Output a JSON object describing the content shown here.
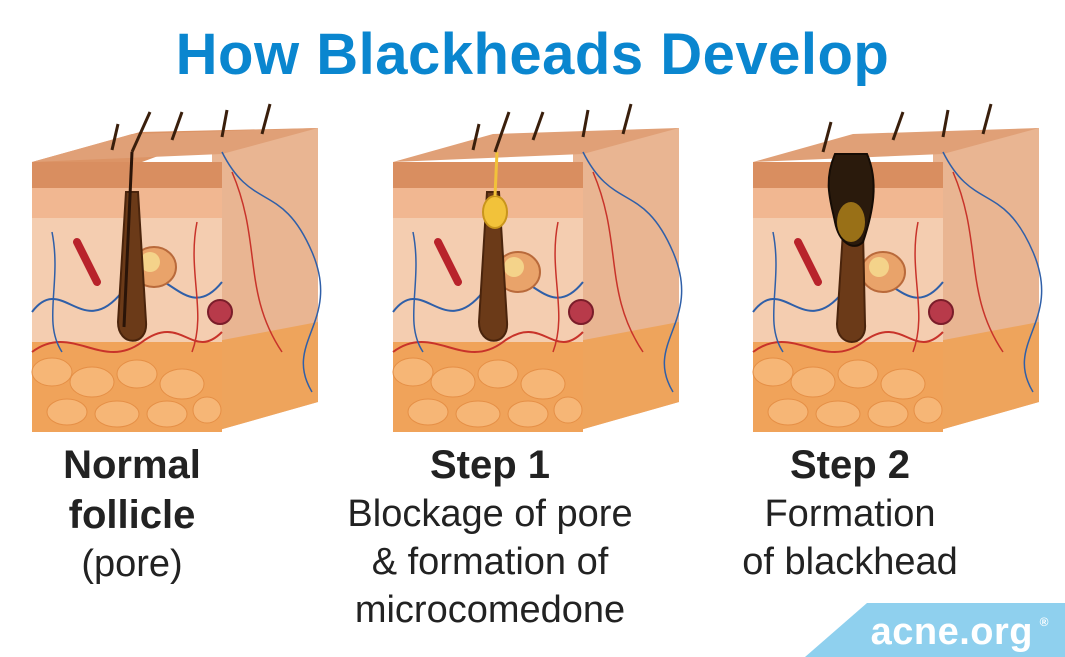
{
  "title": "How Blackheads Develop",
  "stages": [
    {
      "name": "normal",
      "heading": "Normal",
      "heading2": "follicle",
      "subtitle": "(pore)"
    },
    {
      "name": "step1",
      "heading": "Step 1",
      "line1": "Blockage of pore",
      "line2": "& formation of",
      "line3": "microcomedone"
    },
    {
      "name": "step2",
      "heading": "Step 2",
      "line1": "Formation",
      "line2": "of blackhead"
    }
  ],
  "brand": {
    "text": "acne.org",
    "mark": "®"
  },
  "colors": {
    "title": "#0a86cf",
    "brand_bg": "#8fd0ee",
    "skin_top": "#e4a77e",
    "dermis": "#f4c8a8",
    "fat": "#f0a35a",
    "vessel_blue": "#2f5fa8",
    "vessel_red": "#c8332a",
    "follicle": "#5a2e12",
    "sebum": "#f2c23a",
    "blackhead": "#2a1a0c"
  }
}
